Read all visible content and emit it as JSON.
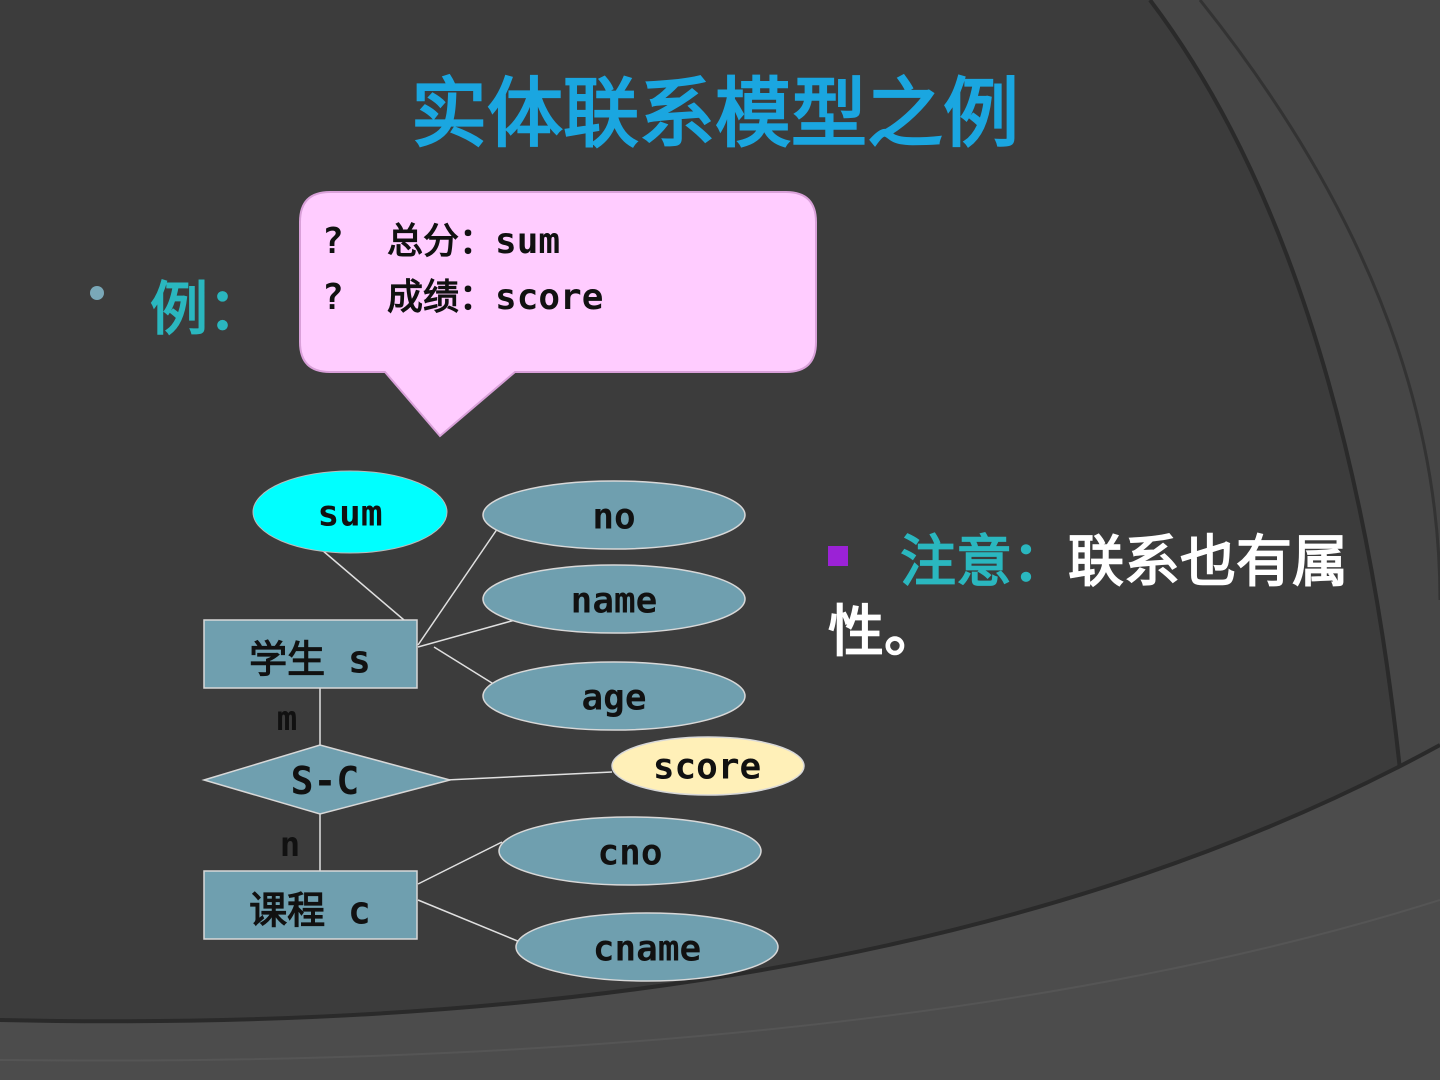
{
  "slide": {
    "title": "实体联系模型之例",
    "example_label": "例：",
    "callout": {
      "line1": "?  总分：sum",
      "line2": "?  成绩：score"
    },
    "note": {
      "key": "注意：",
      "text": "联系也有属性。"
    }
  },
  "diagram": {
    "entities": [
      {
        "id": "student",
        "label": "学生 s"
      },
      {
        "id": "course",
        "label": "课程 c"
      }
    ],
    "relationship": {
      "id": "sc",
      "label": "S-C"
    },
    "cardinality": {
      "m": "m",
      "n": "n"
    },
    "attributes": [
      {
        "id": "sum",
        "label": "sum",
        "fill": "#00ffff"
      },
      {
        "id": "no",
        "label": "no",
        "fill": "#6f9faf"
      },
      {
        "id": "name",
        "label": "name",
        "fill": "#6f9faf"
      },
      {
        "id": "age",
        "label": "age",
        "fill": "#6f9faf"
      },
      {
        "id": "score",
        "label": "score",
        "fill": "#fff0b8"
      },
      {
        "id": "cno",
        "label": "cno",
        "fill": "#6f9faf"
      },
      {
        "id": "cname",
        "label": "cname",
        "fill": "#6f9faf"
      }
    ]
  },
  "colors": {
    "title": "#1aa6e0",
    "accent": "#2ab7bf",
    "callout_fill": "#ffccff",
    "entity_fill": "#6f9faf"
  }
}
